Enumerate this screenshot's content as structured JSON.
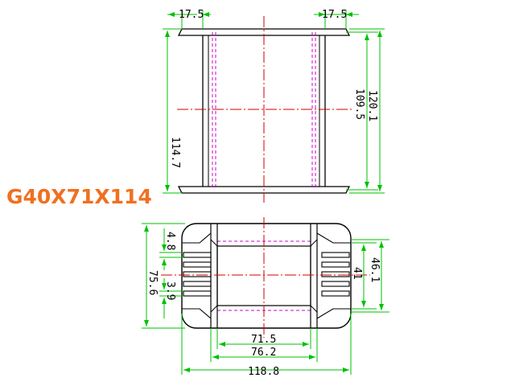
{
  "title": "G40X71X114",
  "colors": {
    "outline": "#000000",
    "dimension": "#00c000",
    "centerline": "#d00000",
    "hidden": "#d000d0",
    "title": "#f07020"
  },
  "top_view": {
    "dim_left_flange": "17.5",
    "dim_right_flange": "17.5",
    "dim_inner_height": "114.7",
    "dim_window_height": "109.5",
    "dim_overall_height": "120.1"
  },
  "bottom_view": {
    "dim_total_depth": "75.6",
    "dim_fin_pitch": "4.8",
    "dim_fin_thickness": "3.9",
    "dim_inner_width": "71.5",
    "dim_core_width": "76.2",
    "dim_overall_width": "118.8",
    "dim_slot_height": "41",
    "dim_body_height": "46.1"
  }
}
